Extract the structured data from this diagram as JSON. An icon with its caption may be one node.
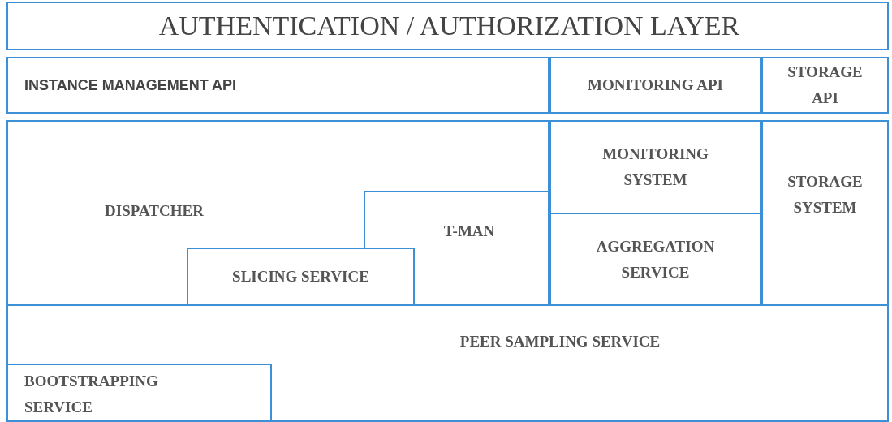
{
  "diagram": {
    "nodes": [
      {
        "text": [
          "AUTHENTICATION / AUTHORIZATION LAYER"
        ]
      },
      {
        "text": [
          "INSTANCE MANAGEMENT API"
        ]
      },
      {
        "text": [
          "MONITORING API"
        ]
      },
      {
        "text": [
          "STORAGE API"
        ]
      },
      {
        "text": [
          "DISPATCHER"
        ]
      },
      {
        "text": [
          "T-MAN"
        ],
        "in": 4
      },
      {
        "text": [
          "SLICING SERVICE"
        ],
        "in": 4
      },
      {
        "text": [
          "MONITORING SYSTEM"
        ]
      },
      {
        "text": [
          "STORAGE SYSTEM"
        ]
      },
      {
        "text": [
          "AGGREGATION SERVICE"
        ]
      },
      {
        "text": [
          "PEER SAMPLING SERVICE"
        ]
      },
      {
        "text": [
          "BOOTSTRAPPING SERVICE"
        ],
        "in": 10
      }
    ]
  }
}
